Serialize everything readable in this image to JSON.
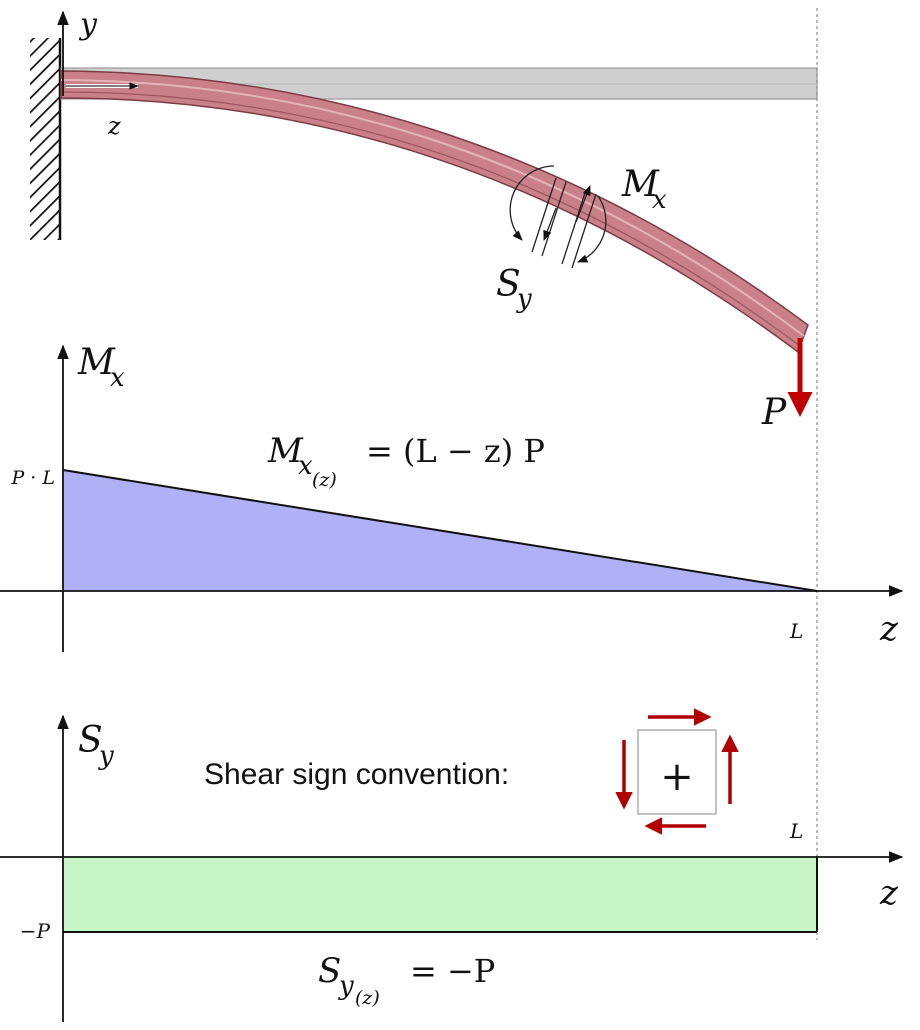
{
  "beam": {
    "axis_y": "y",
    "axis_z": "z",
    "moment_label": "M",
    "moment_sub": "x",
    "shear_label": "S",
    "shear_sub": "y",
    "load_label": "P"
  },
  "moment_diagram": {
    "axis_label": "M",
    "axis_sub": "x",
    "y_tick": "P · L",
    "x_tick": "L",
    "z_label": "z",
    "equation_lhs": "M",
    "equation_sub": "x",
    "equation_arg": "(z)",
    "equation_rhs": "= (L − z) P"
  },
  "shear_diagram": {
    "axis_label": "S",
    "axis_sub": "y",
    "y_tick": "−P",
    "x_tick": "L",
    "z_label": "z",
    "convention_text": "Shear sign convention:",
    "convention_symbol": "+",
    "equation_lhs": "S",
    "equation_sub": "y",
    "equation_arg": "(z)",
    "equation_rhs": "= −P"
  },
  "colors": {
    "beam": "#c98088",
    "undeformed": "#cfcfcf",
    "moment_fill": "#b0b0f6",
    "shear_fill": "#c8f5c6",
    "load_arrow": "#c00000"
  }
}
